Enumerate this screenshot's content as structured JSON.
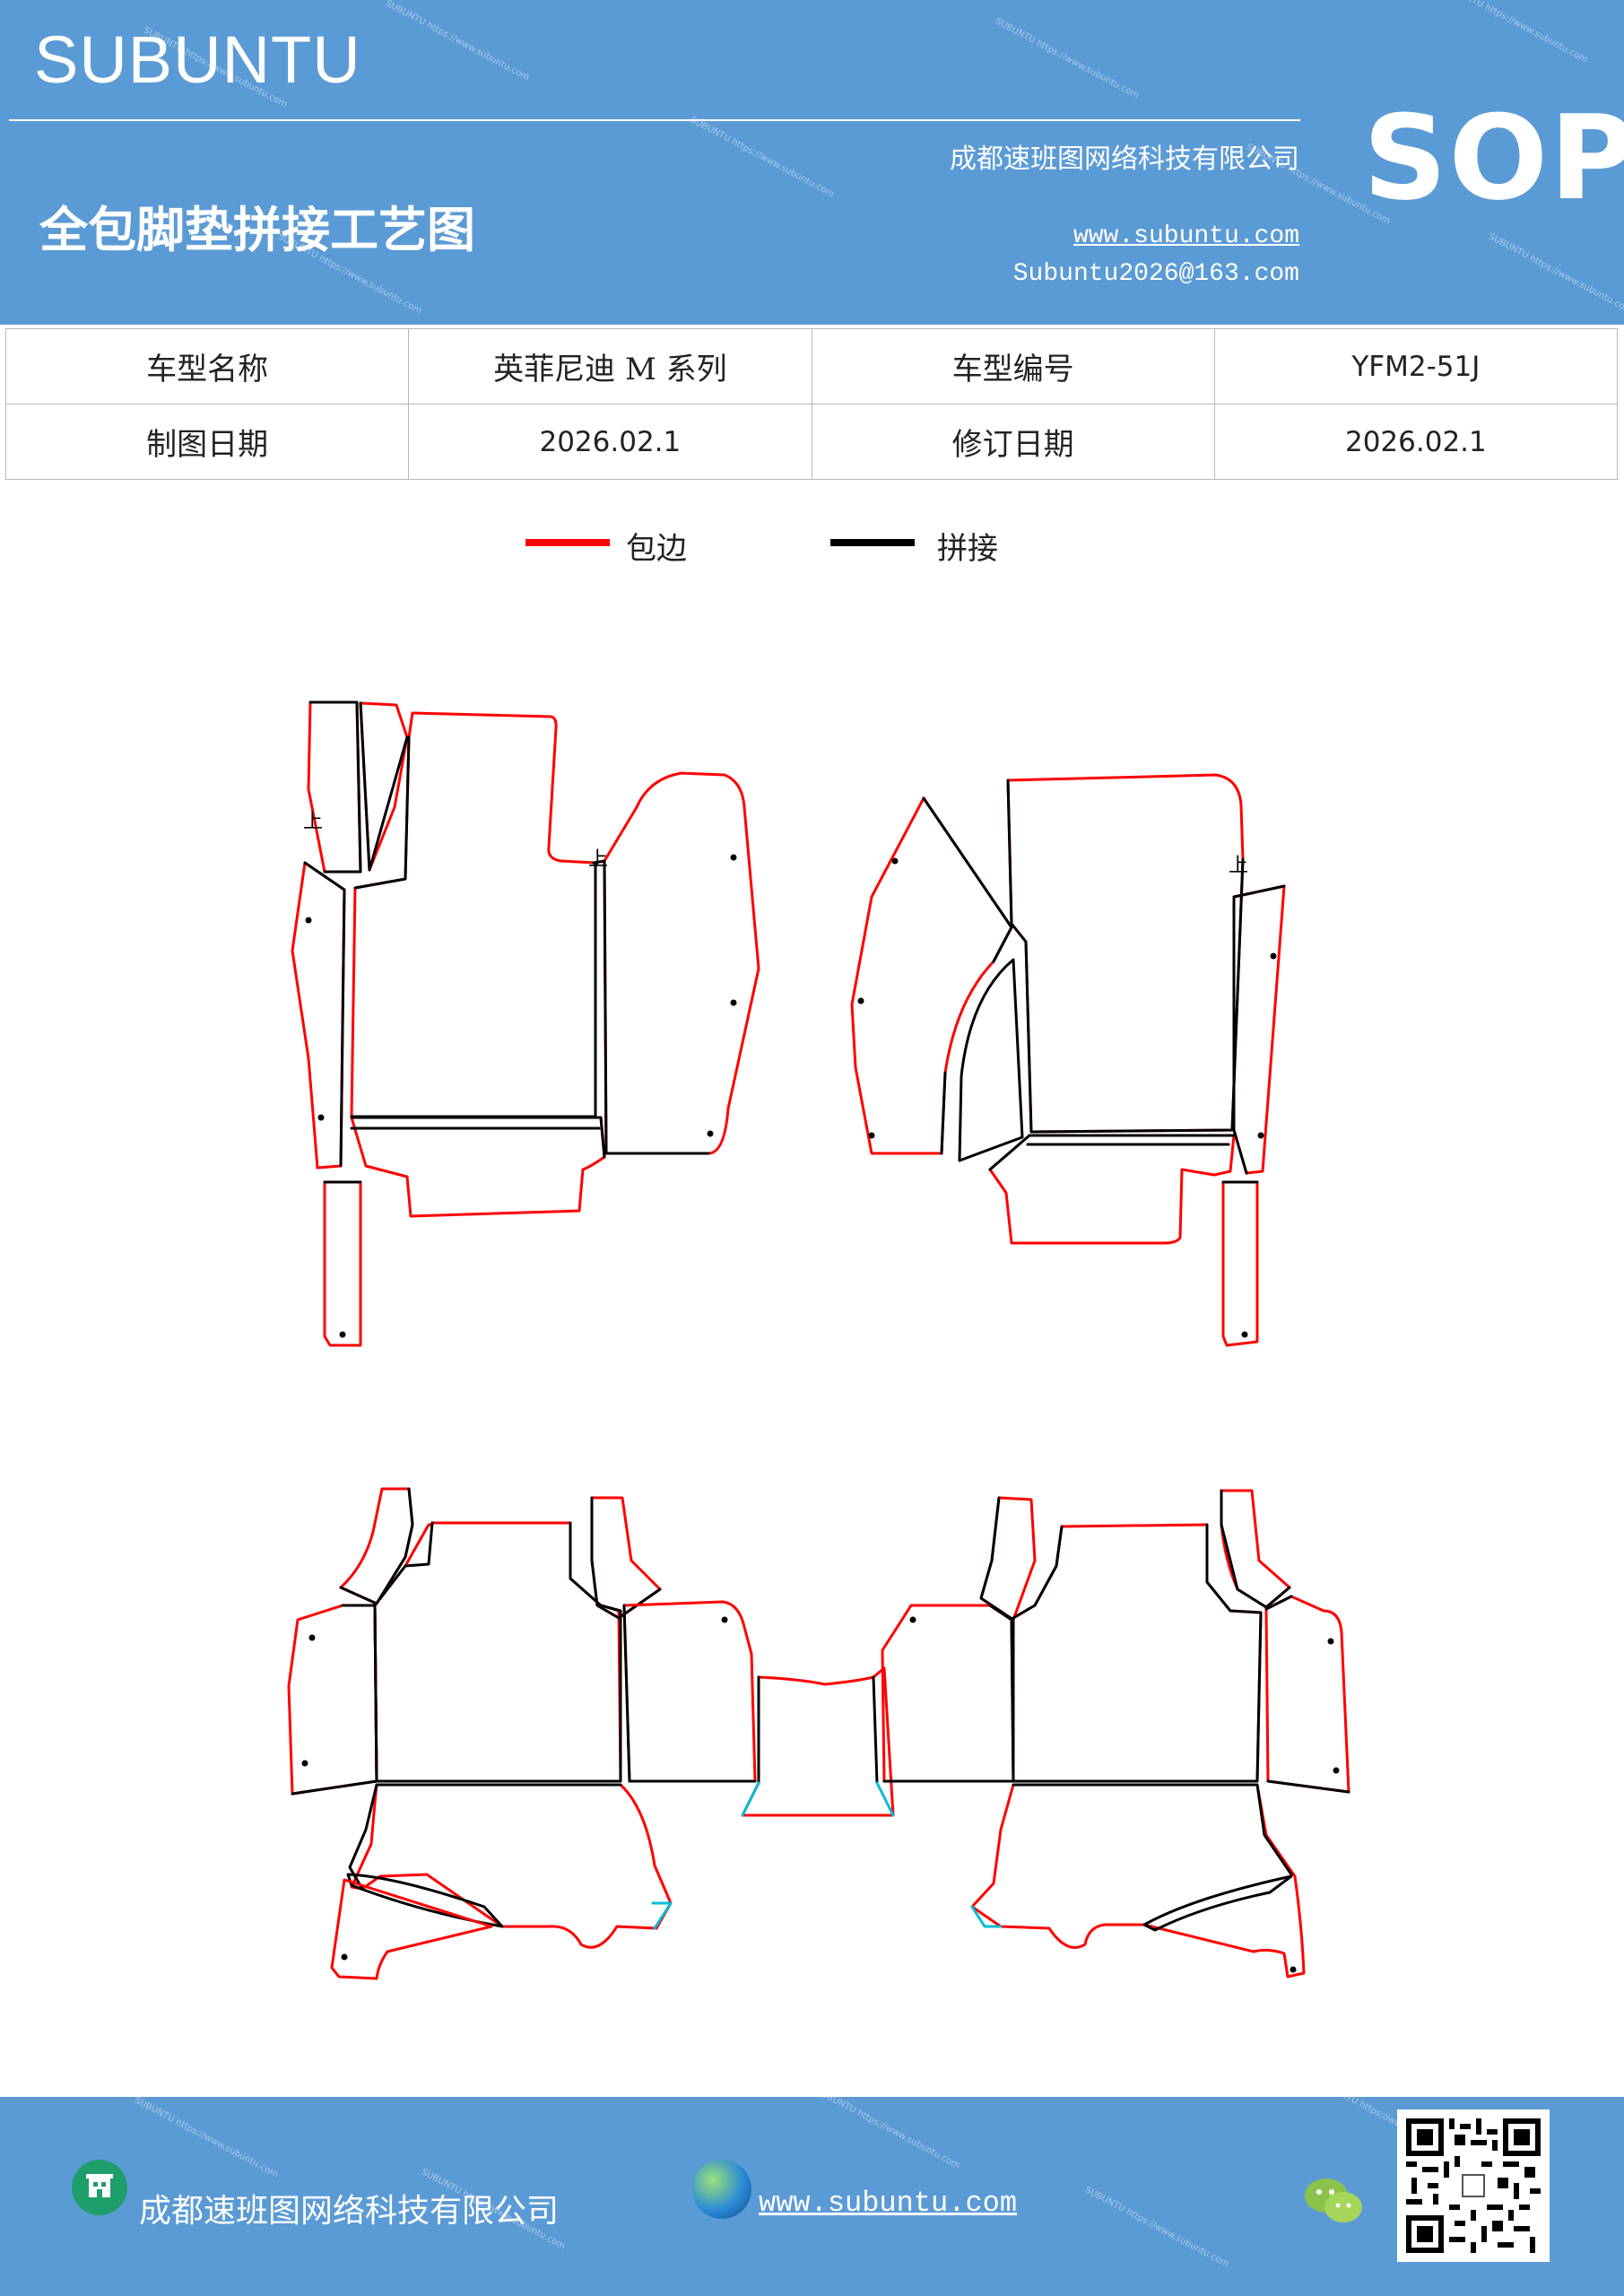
{
  "header": {
    "brand": "SUBUNTU",
    "company": "成都速班图网络科技有限公司",
    "title": "全包脚垫拼接工艺图",
    "url": "www.subuntu.com",
    "email": "Subuntu2026@163.com",
    "badge": "SOP",
    "watermark": "SUBUNTU https://www.subuntu.com"
  },
  "info": {
    "row1": {
      "label1": "车型名称",
      "value1": "英菲尼迪 M 系列",
      "label2": "车型编号",
      "value2": "YFM2-51J"
    },
    "row2": {
      "label1": "制图日期",
      "value1": "2026.02.1",
      "label2": "修订日期",
      "value2": "2026.02.1"
    }
  },
  "legend": {
    "edge_label": "包边",
    "edge_color": "#ff0000",
    "seam_label": "拼接",
    "seam_color": "#000000"
  },
  "drawing": {
    "marker_label": "上",
    "accent_color": "#00bcd4"
  },
  "footer": {
    "company": "成都速班图网络科技有限公司",
    "url": "www.subuntu.com"
  }
}
